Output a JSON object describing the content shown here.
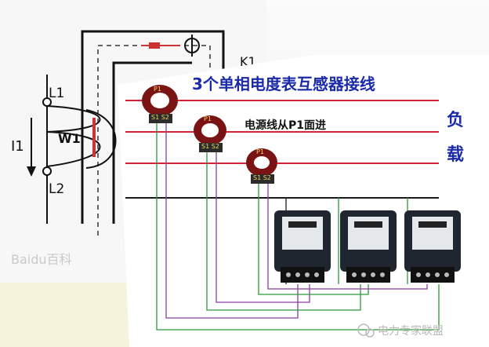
{
  "diagram": {
    "title": "3个单相电度表互感器接线",
    "subtitle": "电源线从P1面进",
    "load_label_1": "负",
    "load_label_2": "载",
    "terminal_top": "L1",
    "terminal_bottom": "L2",
    "current_label": "I1",
    "winding_label": "W1",
    "switch_label": "K1",
    "ct_labels": [
      {
        "p1": "P1",
        "s": "S1 S2"
      },
      {
        "p1": "P1",
        "s": "S1 S2"
      },
      {
        "p1": "P1",
        "s": "S1 S2"
      }
    ],
    "watermark_left": "Baidu百科",
    "watermark_right": "电力专家联盟",
    "colors": {
      "title_blue": "#1b2aa8",
      "wire_red": "#d8243a",
      "ct_body": "#8b1a1a",
      "meter_dark": "#1f2630"
    }
  }
}
